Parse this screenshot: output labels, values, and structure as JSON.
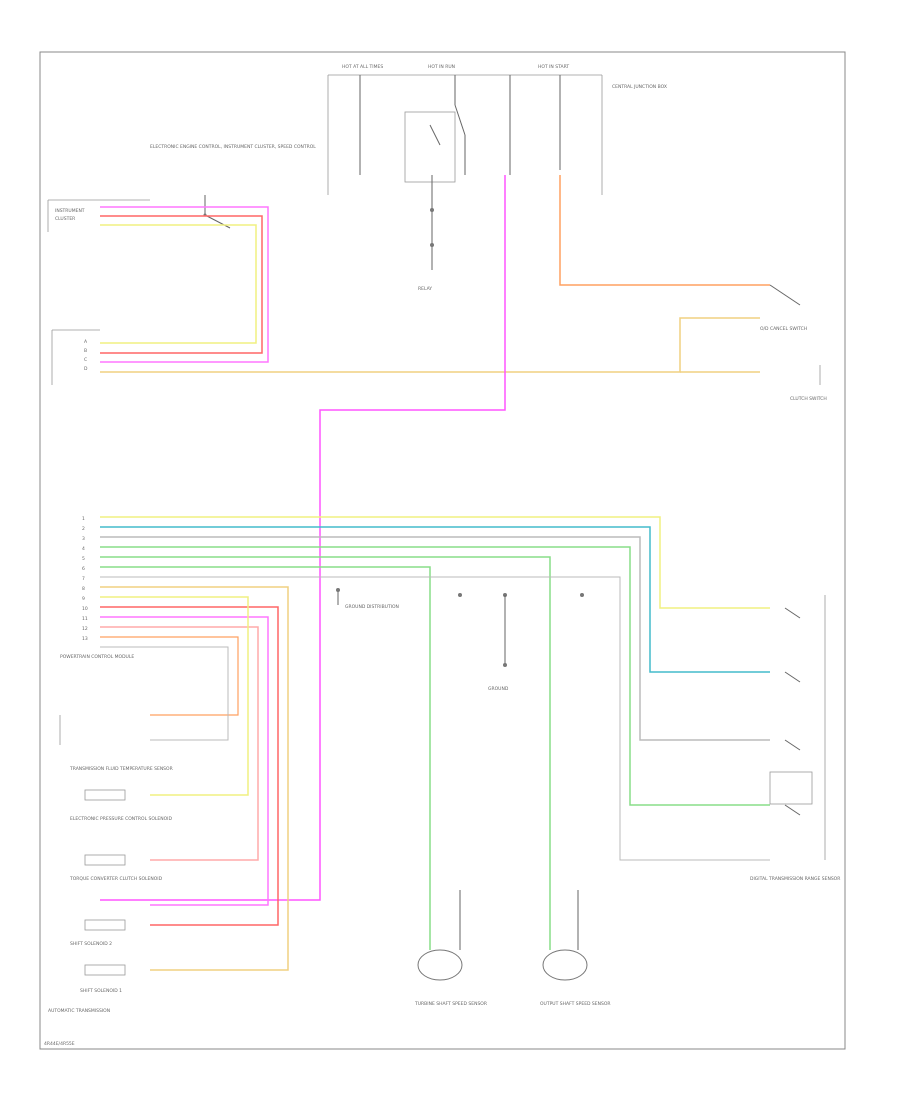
{
  "colors": {
    "pink": "#ff77ff",
    "magenta": "#ff55ff",
    "red": "#ff6666",
    "yellow": "#f0f080",
    "tan": "#f0d080",
    "orange": "#ffa060",
    "green": "#88dd88",
    "cyan": "#44bbcc",
    "gray": "#bbbbbb",
    "teal": "#55aaaa",
    "frame": "#888888"
  },
  "labels": {
    "top_fuse_1": "HOT AT ALL TIMES",
    "top_fuse_2": "HOT IN RUN",
    "top_fuse_3": "HOT IN START",
    "central_junction": "CENTRAL JUNCTION BOX",
    "pcm_top_block": "ELECTRONIC ENGINE CONTROL, INSTRUMENT CLUSTER, SPEED CONTROL",
    "pcm_bottom_block": "POWERTRAIN CONTROL MODULE",
    "ground_block": "GROUND DISTRIBUTION",
    "range_sensor": "DIGITAL TRANSMISSION RANGE SENSOR",
    "tcc_solenoid": "TORQUE CONVERTER CLUTCH SOLENOID",
    "shift_solenoid_1": "SHIFT SOLENOID 1",
    "shift_solenoid_2": "SHIFT SOLENOID 2",
    "epc_solenoid": "ELECTRONIC PRESSURE CONTROL SOLENOID",
    "tft_sensor": "TRANSMISSION FLUID TEMPERATURE SENSOR",
    "turbine_speed": "TURBINE SHAFT SPEED SENSOR",
    "output_speed": "OUTPUT SHAFT SPEED SENSOR",
    "od_cancel": "O/D CANCEL SWITCH",
    "clutch_switch": "CLUTCH SWITCH",
    "transmission": "AUTOMATIC TRANSMISSION",
    "footer": "4R44E/4R55E"
  }
}
